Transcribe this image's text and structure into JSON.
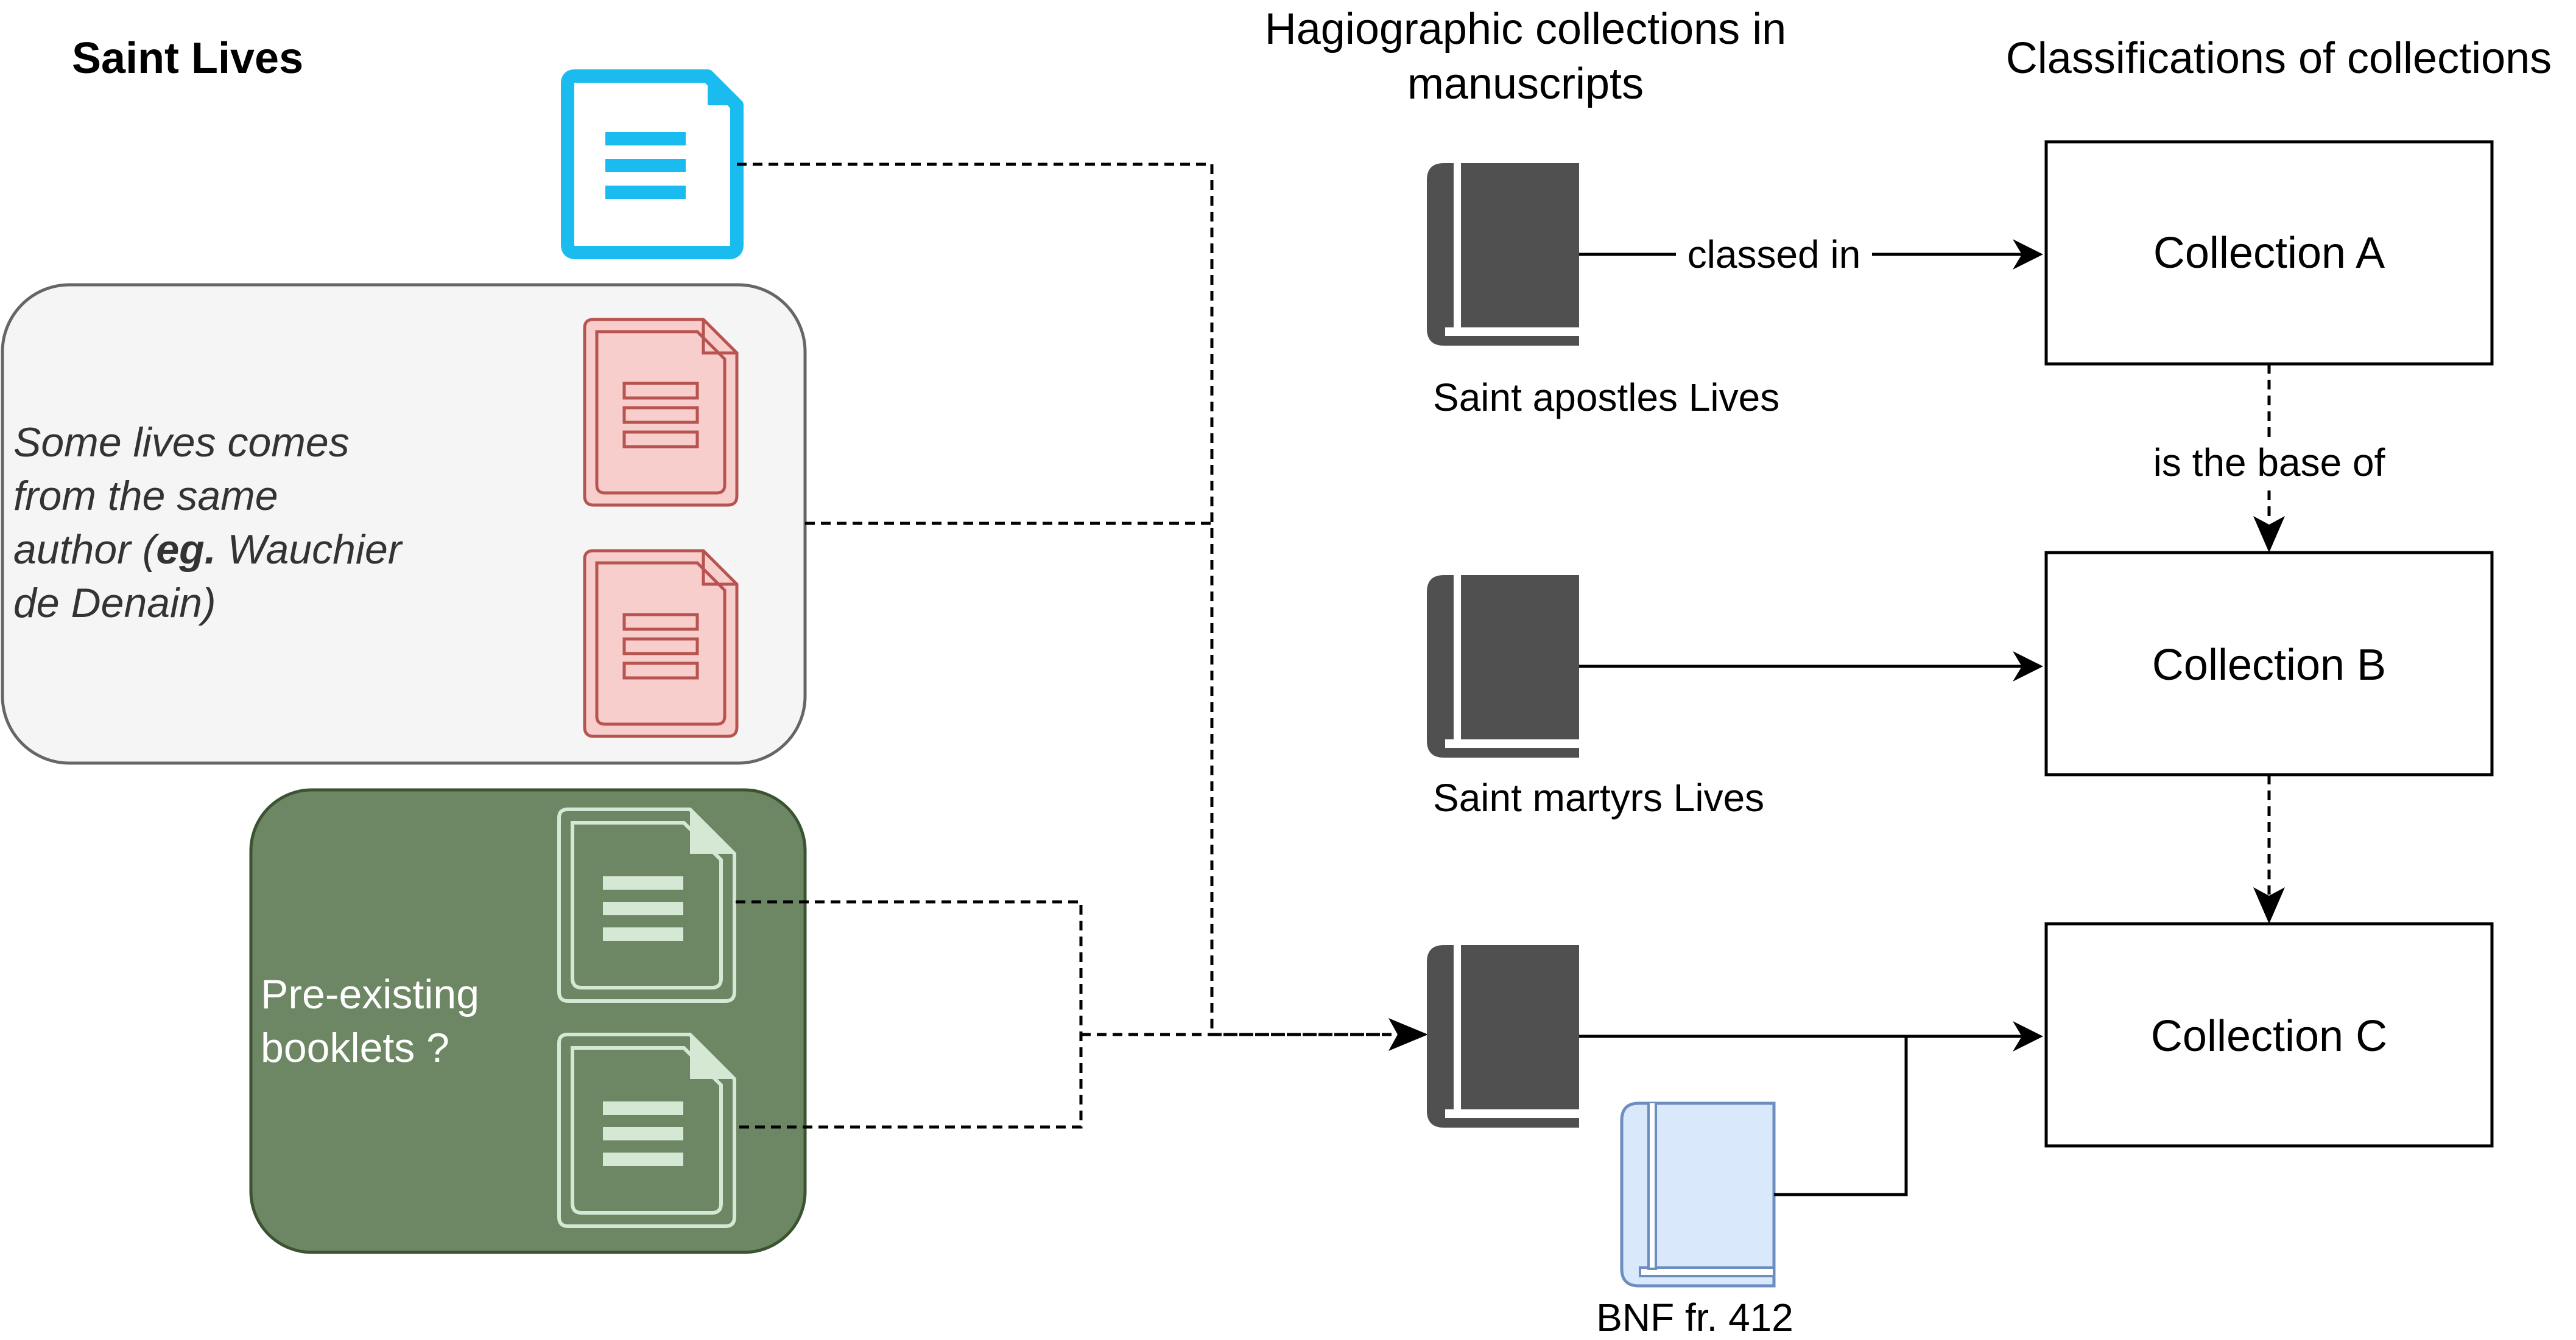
{
  "headers": {
    "saint_lives": "Saint Lives",
    "collections_line1": "Hagiographic collections in",
    "collections_line2": "manuscripts",
    "classifications": "Classifications of collections"
  },
  "groups": {
    "same_author": {
      "line1": "Some lives comes",
      "line2": "from the same",
      "line3_pre": "author (",
      "line3_bold": "eg.",
      "line3_post": " Wauchier",
      "line4": "de Denain)"
    },
    "booklets": {
      "line1": "Pre-existing",
      "line2": "booklets ?"
    }
  },
  "manuscripts": {
    "apostles": "Saint apostles Lives",
    "martyrs": "Saint martyrs Lives",
    "bnf": "BNF fr. 412"
  },
  "collections": {
    "a": "Collection A",
    "b": "Collection B",
    "c": "Collection C"
  },
  "edges": {
    "classed_in": "classed in",
    "is_base_of": "is the base of"
  },
  "colors": {
    "blue_doc": "#1ABCF0",
    "red_doc_stroke": "#B85450",
    "red_doc_fill": "#F8CECC",
    "green_group": "#6D8764",
    "green_doc_stroke": "#D5E8D4",
    "green_doc_fill": "#6D8764",
    "grey_group_fill": "#F5F5F5",
    "grey_group_stroke": "#666666",
    "book_dark": "#505050",
    "book_blue_fill": "#DAE8FC",
    "book_blue_stroke": "#6C8EBF"
  }
}
